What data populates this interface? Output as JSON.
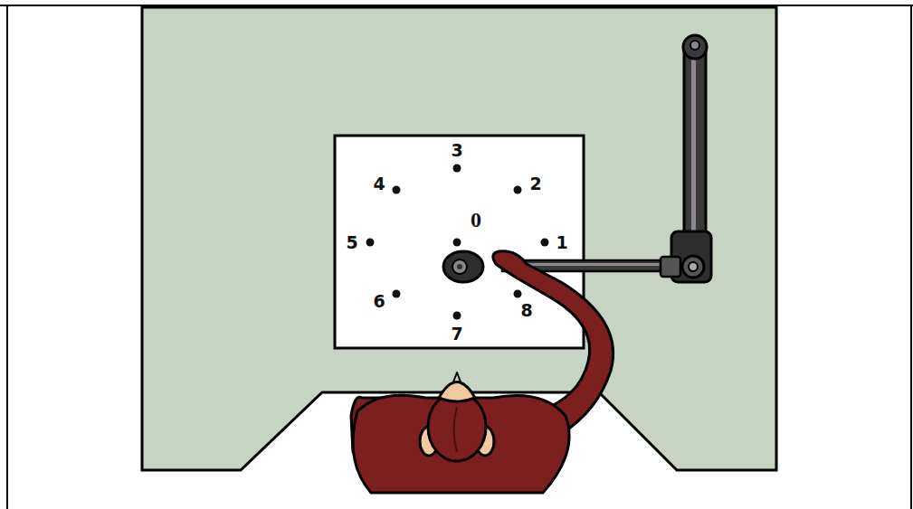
{
  "diagram": {
    "labels": [
      "3",
      "4",
      "2",
      "0",
      "5",
      "1",
      "6",
      "8",
      "7"
    ]
  }
}
